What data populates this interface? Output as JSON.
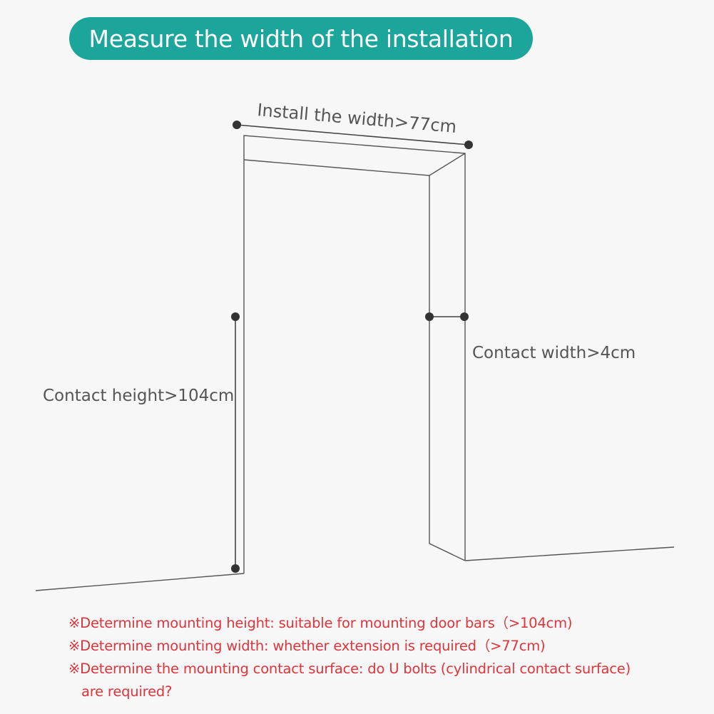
{
  "title": "Measure the width of the installation",
  "labels": {
    "install_width": "Install the width>77cm",
    "contact_width": "Contact width>4cm",
    "contact_height": "Contact height>104cm"
  },
  "notes": [
    "※Determine mounting height: suitable for mounting door bars（>104cm)",
    "※Determine mounting width: whether extension is required（>77cm)",
    "※Determine the mounting contact surface: do U bolts (cylindrical contact surface)",
    "are required?"
  ],
  "colors": {
    "title_background": "#1ba59b",
    "title_text": "#ffffff",
    "line": "#555555",
    "dot": "#333333",
    "label_text": "#555555",
    "note_text": "#e0343a",
    "background": "#f7f7f7"
  }
}
